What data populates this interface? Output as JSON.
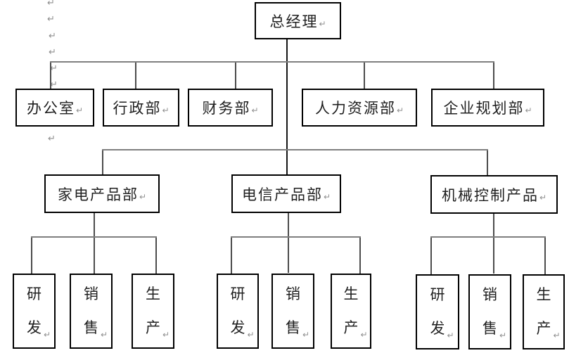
{
  "marks": {
    "return_glyph": "↵"
  },
  "colors": {
    "background": "#ffffff",
    "box_border": "#000000",
    "connector_gray": "#7f7f7f",
    "connector_dark": "#151515",
    "text": "#1f1f1f",
    "formatting_mark": "#8f8f8f"
  },
  "org": {
    "root": {
      "label": "总经理"
    },
    "departments": [
      {
        "label": "办公室"
      },
      {
        "label": "行政部"
      },
      {
        "label": "财务部"
      },
      {
        "label": "人力资源部"
      },
      {
        "label": "企业规划部"
      }
    ],
    "divisions": [
      {
        "label": "家电产品部",
        "teams": [
          {
            "char1": "研",
            "char2": "发"
          },
          {
            "char1": "销",
            "char2": "售"
          },
          {
            "char1": "生",
            "char2": "产"
          }
        ]
      },
      {
        "label": "电信产品部",
        "teams": [
          {
            "char1": "研",
            "char2": "发"
          },
          {
            "char1": "销",
            "char2": "售"
          },
          {
            "char1": "生",
            "char2": "产"
          }
        ]
      },
      {
        "label": "机械控制产品",
        "teams": [
          {
            "char1": "研",
            "char2": "发"
          },
          {
            "char1": "销",
            "char2": "售"
          },
          {
            "char1": "生",
            "char2": "产"
          }
        ]
      }
    ]
  }
}
